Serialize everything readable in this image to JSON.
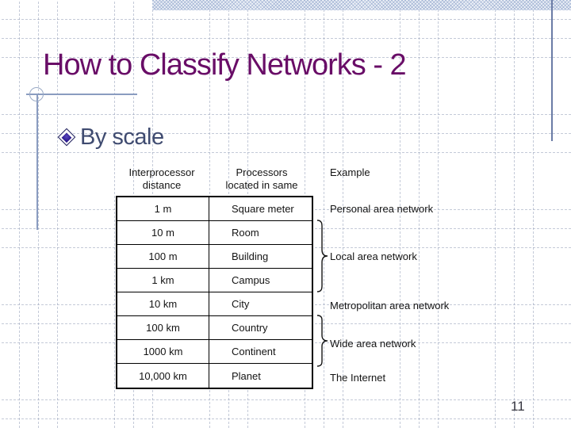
{
  "slide": {
    "title": "How to Classify Networks - 2",
    "bullet": "By scale",
    "page_number": "11"
  },
  "figure": {
    "header1": [
      "Interprocessor",
      "distance"
    ],
    "header2": [
      "Processors",
      "located in same"
    ],
    "header3": "Example",
    "rows": [
      {
        "distance": "1 m",
        "located": "Square meter"
      },
      {
        "distance": "10 m",
        "located": "Room"
      },
      {
        "distance": "100 m",
        "located": "Building"
      },
      {
        "distance": "1 km",
        "located": "Campus"
      },
      {
        "distance": "10 km",
        "located": "City"
      },
      {
        "distance": "100 km",
        "located": "Country"
      },
      {
        "distance": "1000 km",
        "located": "Continent"
      },
      {
        "distance": "10,000 km",
        "located": "Planet"
      }
    ],
    "examples": [
      {
        "label": "Personal area network"
      },
      {
        "label": "Local area network"
      },
      {
        "label": "Metropolitan area network"
      },
      {
        "label": "Wide area network"
      },
      {
        "label": "The Internet"
      }
    ]
  },
  "colors": {
    "title": "#690d67",
    "bullet_text": "#3f4b70",
    "bullet_diamond": "#2e1c8e",
    "accent_rule": "#8a9cc0",
    "right_edge_line": "#6b7ca6",
    "table_border": "#000000",
    "grid_dots": "#949eb8"
  }
}
